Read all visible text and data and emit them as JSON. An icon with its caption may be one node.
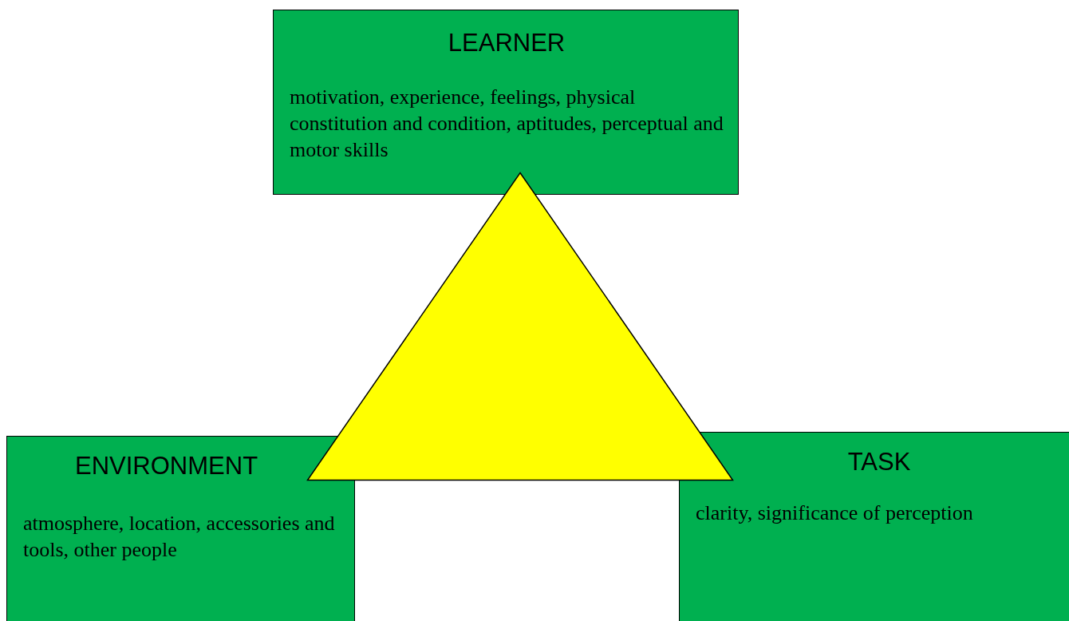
{
  "diagram": {
    "nodes": [
      {
        "text": [
          "LEARNER",
          "motivation, experience, feelings, physical constitution and condition, aptitudes, perceptual and motor skills"
        ]
      },
      {
        "text": [],
        "shape": "triangle"
      },
      {
        "text": [
          "ENVIRONMENT",
          "atmosphere, location, accessories and tools, other people"
        ]
      },
      {
        "text": [
          "TASK",
          "clarity, significance of perception"
        ]
      }
    ]
  }
}
